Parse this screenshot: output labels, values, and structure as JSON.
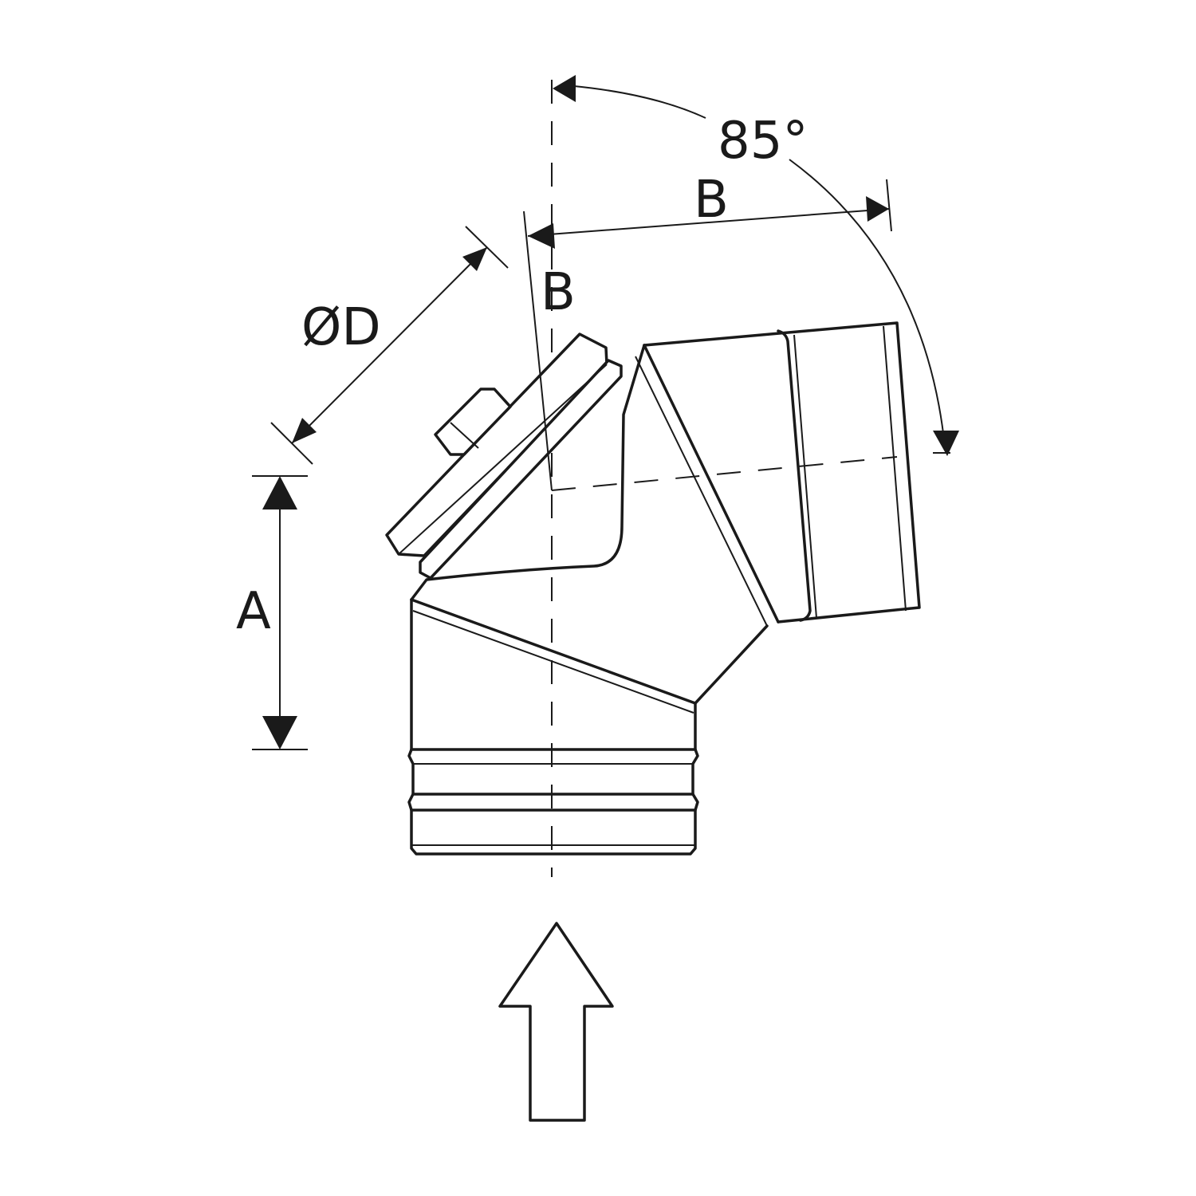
{
  "diagram": {
    "labels": {
      "angle": "85°",
      "b_horizontal": "B",
      "b_vertical": "B",
      "diameter": "ØD",
      "a": "A"
    },
    "colors": {
      "line": "#1a1a1a",
      "background": "#ffffff"
    }
  }
}
